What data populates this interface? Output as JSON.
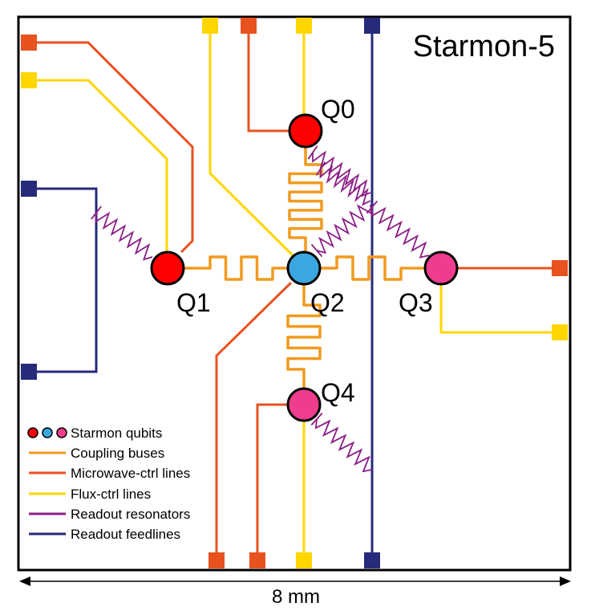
{
  "title": "Starmon-5",
  "scale_label": "8 mm",
  "qubits": [
    {
      "id": "Q0",
      "label": "Q0",
      "color": "#ff0000"
    },
    {
      "id": "Q1",
      "label": "Q1",
      "color": "#ff0000"
    },
    {
      "id": "Q2",
      "label": "Q2",
      "color": "#3ba7e0"
    },
    {
      "id": "Q3",
      "label": "Q3",
      "color": "#ee3d8e"
    },
    {
      "id": "Q4",
      "label": "Q4",
      "color": "#ee3d8e"
    }
  ],
  "colors": {
    "coupling": "#f29a1f",
    "microwave": "#e8521f",
    "flux": "#ffd600",
    "readout_resonator": "#8b1e86",
    "readout_feedline": "#262a7a",
    "frame": "#000000"
  },
  "legend": [
    {
      "key": "qubits",
      "label": "Starmon qubits"
    },
    {
      "key": "coupling",
      "label": "Coupling buses"
    },
    {
      "key": "microwave",
      "label": "Microwave-ctrl lines"
    },
    {
      "key": "flux",
      "label": "Flux-ctrl lines"
    },
    {
      "key": "readout_resonator",
      "label": "Readout resonators"
    },
    {
      "key": "readout_feedline",
      "label": "Readout feedlines"
    }
  ]
}
